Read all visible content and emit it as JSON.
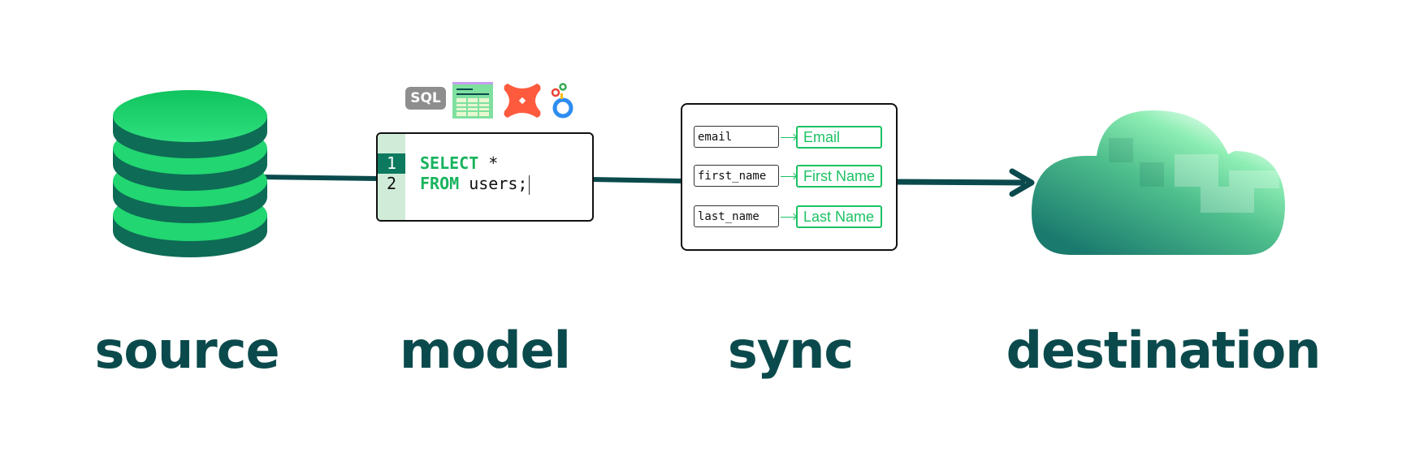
{
  "stages": [
    {
      "label": "source"
    },
    {
      "label": "model"
    },
    {
      "label": "sync"
    },
    {
      "label": "destination"
    }
  ],
  "model": {
    "tool_icons": [
      {
        "name": "sql-icon",
        "text": "SQL"
      },
      {
        "name": "spreadsheet-icon"
      },
      {
        "name": "dbt-icon"
      },
      {
        "name": "looker-icon"
      }
    ],
    "code": {
      "line_numbers": [
        "1",
        "2"
      ],
      "lines": [
        {
          "keyword": "SELECT",
          "rest": " *"
        },
        {
          "keyword": "FROM",
          "rest": " users;"
        }
      ]
    }
  },
  "sync": {
    "mappings": [
      {
        "source": "email",
        "destination": "Email"
      },
      {
        "source": "first_name",
        "destination": "First Name"
      },
      {
        "source": "last_name",
        "destination": "Last Name"
      }
    ]
  },
  "colors": {
    "dark_teal": "#0b4a4c",
    "green": "#1cc263",
    "highlight": "#0d7a5f"
  }
}
